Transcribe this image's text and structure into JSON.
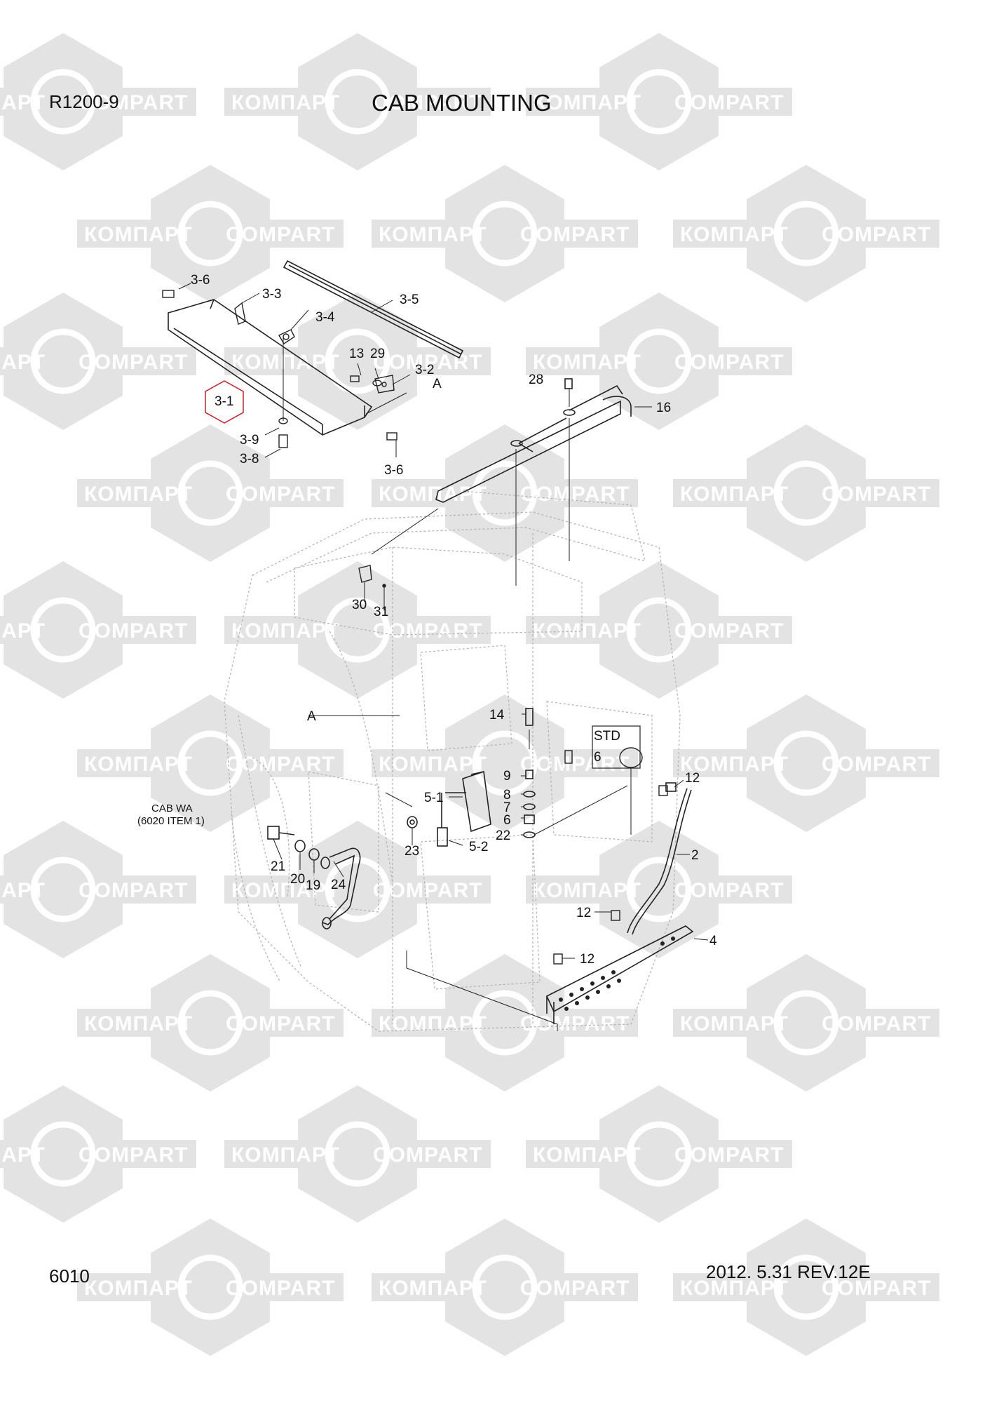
{
  "header": {
    "model": "R1200-9",
    "title": "CAB MOUNTING"
  },
  "footer": {
    "page_number": "6010",
    "date_rev": "2012. 5.31  REV.12E"
  },
  "watermark": {
    "text_cyrillic": "КОМПАРТ",
    "text_latin": "COMPART"
  },
  "diagram": {
    "highlighted_part": "3-1",
    "std_box_label": "STD",
    "cab_note_line1": "CAB WA",
    "cab_note_line2": "(6020 ITEM 1)",
    "labels": {
      "l_3_6a": "3-6",
      "l_3_3": "3-3",
      "l_3_5": "3-5",
      "l_3_4": "3-4",
      "l_13": "13",
      "l_29": "29",
      "l_3_2": "3-2",
      "l_A1": "A",
      "l_3_9": "3-9",
      "l_3_8": "3-8",
      "l_3_6b": "3-6",
      "l_28": "28",
      "l_16": "16",
      "l_30": "30",
      "l_31": "31",
      "l_A2": "A",
      "l_14": "14",
      "l_6b": "6",
      "l_12a": "12",
      "l_9": "9",
      "l_8": "8",
      "l_7": "7",
      "l_6a": "6",
      "l_22": "22",
      "l_5_1": "5-1",
      "l_5_2": "5-2",
      "l_23": "23",
      "l_21": "21",
      "l_20": "20",
      "l_19": "19",
      "l_24": "24",
      "l_2": "2",
      "l_12b": "12",
      "l_4": "4",
      "l_12c": "12"
    }
  },
  "colors": {
    "watermark_gray": "#e3e3e3",
    "highlight_red": "#c8202a",
    "line": "#222222",
    "faint_line": "#b5b5b5"
  }
}
